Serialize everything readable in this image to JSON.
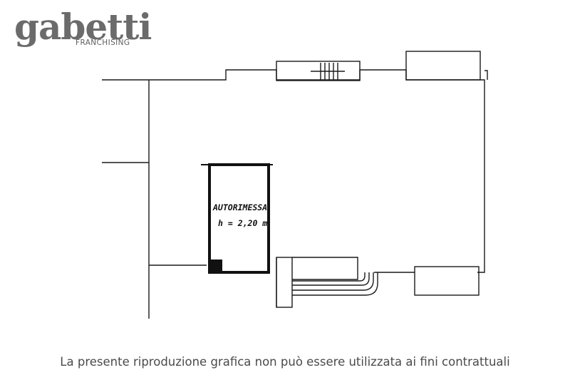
{
  "logo": {
    "brand": "gabetti",
    "subtitle": "FRANCHISING"
  },
  "floor_plan": {
    "room_label": "AUTORIMESSA",
    "height_label": "h = 2,20 m"
  },
  "footer": {
    "disclaimer": "La presente riproduzione grafica non può essere utilizzata ai fini contrattuali"
  }
}
